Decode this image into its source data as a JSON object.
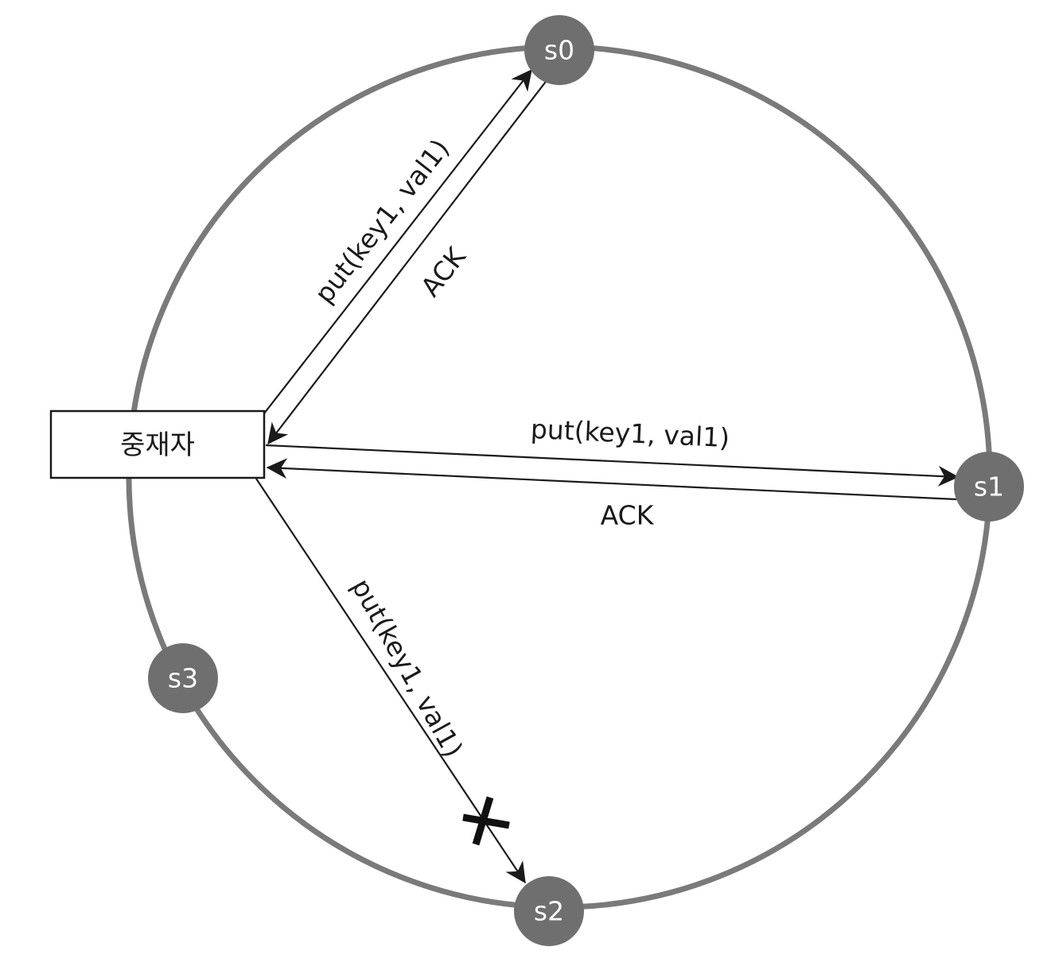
{
  "coordinator": {
    "label": "중재자"
  },
  "nodes": {
    "s0": "s0",
    "s1": "s1",
    "s2": "s2",
    "s3": "s3"
  },
  "messages": {
    "to_s0": "put(key1, val1)",
    "ack_s0": "ACK",
    "to_s1": "put(key1, val1)",
    "ack_s1": "ACK",
    "to_s2": "put(key1, val1)"
  },
  "colors": {
    "ring": "#7a7a7a",
    "node": "#6f6f6f",
    "line": "#1a1a1a"
  }
}
